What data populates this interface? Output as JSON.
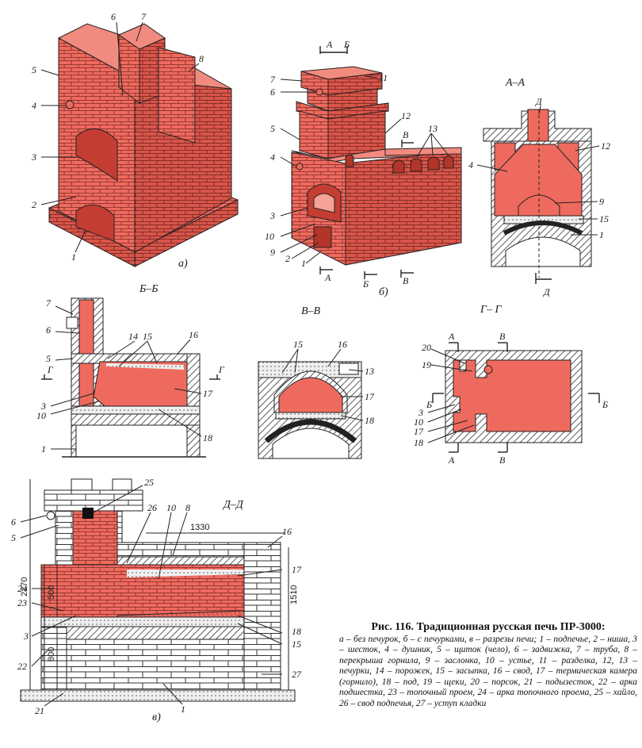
{
  "colors": {
    "brick": "#ef6a5e",
    "brick_dark": "#c9473d",
    "mortar": "#7a2a24",
    "hatch": "#555555",
    "ground": "#d8d8d8"
  },
  "views": {
    "a": {
      "label": "а)",
      "callouts": [
        "5",
        "4",
        "3",
        "2",
        "1",
        "6",
        "7",
        "8"
      ]
    },
    "b": {
      "label": "б)",
      "callouts": [
        "7",
        "6",
        "11",
        "5",
        "12",
        "13",
        "4",
        "3",
        "10",
        "9",
        "2",
        "1"
      ],
      "cut_marks": [
        "А",
        "Б",
        "В",
        "А",
        "Б",
        "В"
      ]
    },
    "aa": {
      "title": "А–А",
      "callouts": [
        "Д",
        "12",
        "4",
        "9",
        "15",
        "1"
      ],
      "cut_mark": "Д"
    },
    "bb": {
      "title": "Б–Б",
      "callouts": [
        "7",
        "6",
        "5",
        "14",
        "15",
        "16",
        "17",
        "3",
        "10",
        "18",
        "1"
      ],
      "cut_marks": [
        "Г",
        "Г"
      ]
    },
    "vv": {
      "title": "В–В",
      "callouts": [
        "15",
        "16",
        "13",
        "17",
        "18"
      ]
    },
    "gg": {
      "title": "Г– Г",
      "callouts": [
        "20",
        "19",
        "3",
        "10",
        "17",
        "18"
      ],
      "cut_marks": [
        "А",
        "В",
        "Б",
        "Б",
        "А",
        "В"
      ]
    },
    "dd": {
      "title": "Д–Д",
      "label": "в)",
      "callouts": [
        "25",
        "6",
        "5",
        "26",
        "10",
        "8",
        "16",
        "17",
        "24",
        "23",
        "3",
        "22",
        "21",
        "1",
        "18",
        "15",
        "27"
      ],
      "dims": [
        "1330",
        "2270",
        "500",
        "800",
        "1510"
      ]
    }
  },
  "caption": {
    "title": "Рис. 116. Традиционная русская печь ПР-3000:",
    "text": "а – без печурок, б – с печурками, в – разрезы печи; 1 – подпечье, 2 – ниша, 3 – шесток, 4 – душник, 5 – щиток (чело), 6 – задвижка, 7 – труба, 8 – перекрыша горнила, 9 – заслонка, 10 – устье, 11 – разделка, 12, 13 – печурки, 14 – порожек, 15 – засыпка, 16 – свод, 17 – термическая камера (горнило), 18 – под, 19 – щеки, 20 – порсок, 21 – подызесток, 22 – арка подшестка, 23 – топочный проем, 24 – арка топочного проема, 25 – хайло, 26 – свод подпечья, 27 – уступ кладки"
  }
}
